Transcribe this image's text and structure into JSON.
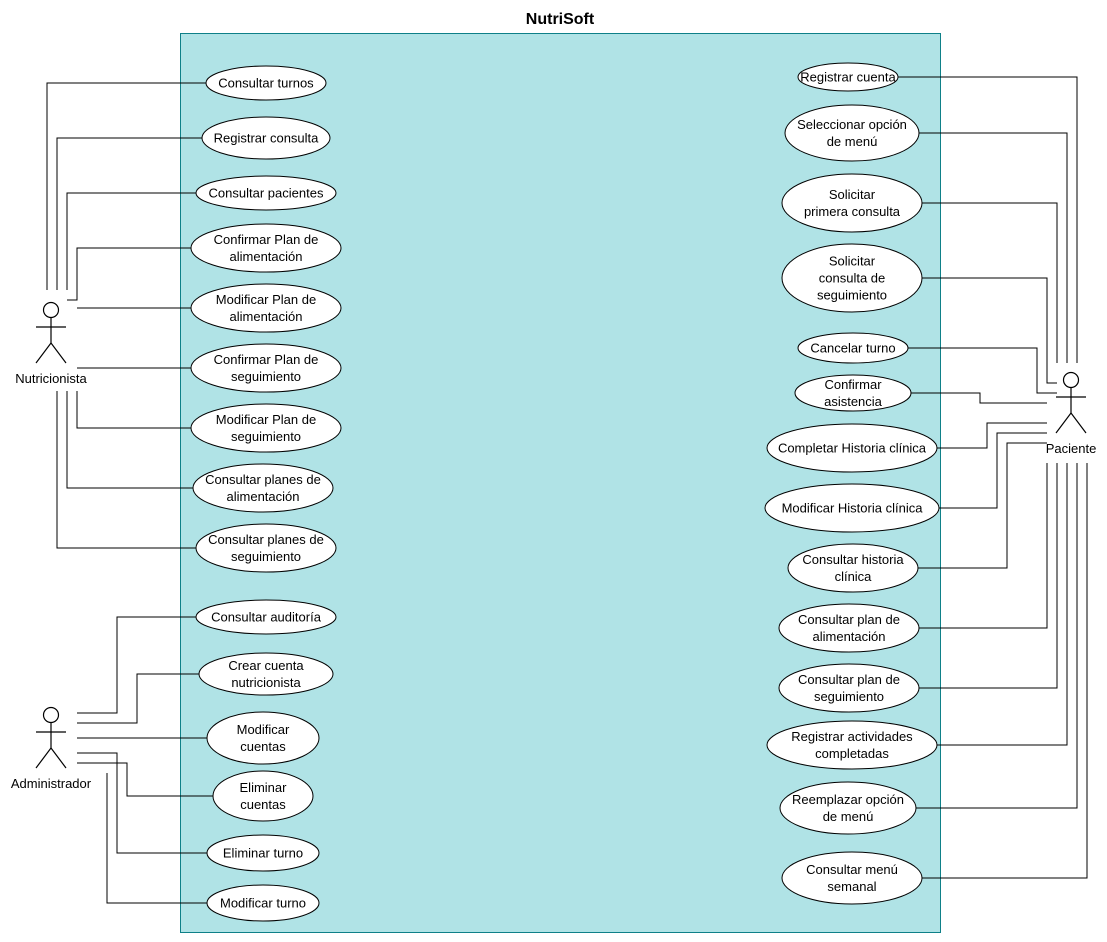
{
  "system": {
    "title": "NutriSoft",
    "fill": "#b0e3e6",
    "stroke": "#0e8088"
  },
  "actors": [
    {
      "id": "nutri",
      "label": "Nutricionista"
    },
    {
      "id": "paci",
      "label": "Paciente"
    },
    {
      "id": "admin",
      "label": "Administrador"
    }
  ],
  "use_cases": [
    {
      "id": "consultar-turnos",
      "actor": "nutri",
      "lines": [
        "Consultar turnos"
      ]
    },
    {
      "id": "registrar-consulta",
      "actor": "nutri",
      "lines": [
        "Registrar consulta"
      ]
    },
    {
      "id": "consultar-pacientes",
      "actor": "nutri",
      "lines": [
        "Consultar pacientes"
      ]
    },
    {
      "id": "confirmar-plan-alimentacion",
      "actor": "nutri",
      "lines": [
        "Confirmar Plan de",
        "alimentación"
      ]
    },
    {
      "id": "modificar-plan-alimentacion",
      "actor": "nutri",
      "lines": [
        "Modificar Plan de",
        "alimentación"
      ]
    },
    {
      "id": "confirmar-plan-seguimiento",
      "actor": "nutri",
      "lines": [
        "Confirmar Plan de",
        "seguimiento"
      ]
    },
    {
      "id": "modificar-plan-seguimiento",
      "actor": "nutri",
      "lines": [
        "Modificar Plan de",
        "seguimiento"
      ]
    },
    {
      "id": "consultar-planes-alimentacion",
      "actor": "nutri",
      "lines": [
        "Consultar planes de",
        "alimentación"
      ]
    },
    {
      "id": "consultar-planes-seguimiento",
      "actor": "nutri",
      "lines": [
        "Consultar planes de",
        "seguimiento"
      ]
    },
    {
      "id": "consultar-auditoria",
      "actor": "admin",
      "lines": [
        "Consultar auditoría"
      ]
    },
    {
      "id": "crear-cuenta-nutricionista",
      "actor": "admin",
      "lines": [
        "Crear cuenta",
        "nutricionista"
      ]
    },
    {
      "id": "modificar-cuentas",
      "actor": "admin",
      "lines": [
        "Modificar",
        "cuentas"
      ]
    },
    {
      "id": "eliminar-cuentas",
      "actor": "admin",
      "lines": [
        "Eliminar",
        "cuentas"
      ]
    },
    {
      "id": "eliminar-turno",
      "actor": "admin",
      "lines": [
        "Eliminar turno"
      ]
    },
    {
      "id": "modificar-turno",
      "actor": "admin",
      "lines": [
        "Modificar turno"
      ]
    },
    {
      "id": "registrar-cuenta",
      "actor": "paci",
      "lines": [
        "Registrar cuenta"
      ]
    },
    {
      "id": "seleccionar-opcion-menu",
      "actor": "paci",
      "lines": [
        "Seleccionar opción",
        "de menú"
      ]
    },
    {
      "id": "solicitar-primera-consulta",
      "actor": "paci",
      "lines": [
        "Solicitar",
        "primera consulta"
      ]
    },
    {
      "id": "solicitar-consulta-seguimiento",
      "actor": "paci",
      "lines": [
        "Solicitar",
        "consulta de",
        "seguimiento"
      ]
    },
    {
      "id": "cancelar-turno",
      "actor": "paci",
      "lines": [
        "Cancelar turno"
      ]
    },
    {
      "id": "confirmar-asistencia",
      "actor": "paci",
      "lines": [
        "Confirmar",
        "asistencia"
      ]
    },
    {
      "id": "completar-historia-clinica",
      "actor": "paci",
      "lines": [
        "Completar Historia clínica"
      ]
    },
    {
      "id": "modificar-historia-clinica",
      "actor": "paci",
      "lines": [
        "Modificar Historia clínica"
      ]
    },
    {
      "id": "consultar-historia-clinica",
      "actor": "paci",
      "lines": [
        "Consultar historia",
        "clínica"
      ]
    },
    {
      "id": "consultar-plan-alimentacion",
      "actor": "paci",
      "lines": [
        "Consultar plan de",
        "alimentación"
      ]
    },
    {
      "id": "consultar-plan-seguimiento",
      "actor": "paci",
      "lines": [
        "Consultar plan de",
        "seguimiento"
      ]
    },
    {
      "id": "registrar-actividades-completadas",
      "actor": "paci",
      "lines": [
        "Registrar actividades",
        "completadas"
      ]
    },
    {
      "id": "reemplazar-opcion-menu",
      "actor": "paci",
      "lines": [
        "Reemplazar opción",
        "de menú"
      ]
    },
    {
      "id": "consultar-menu-semanal",
      "actor": "paci",
      "lines": [
        "Consultar menú",
        "semanal"
      ]
    }
  ]
}
